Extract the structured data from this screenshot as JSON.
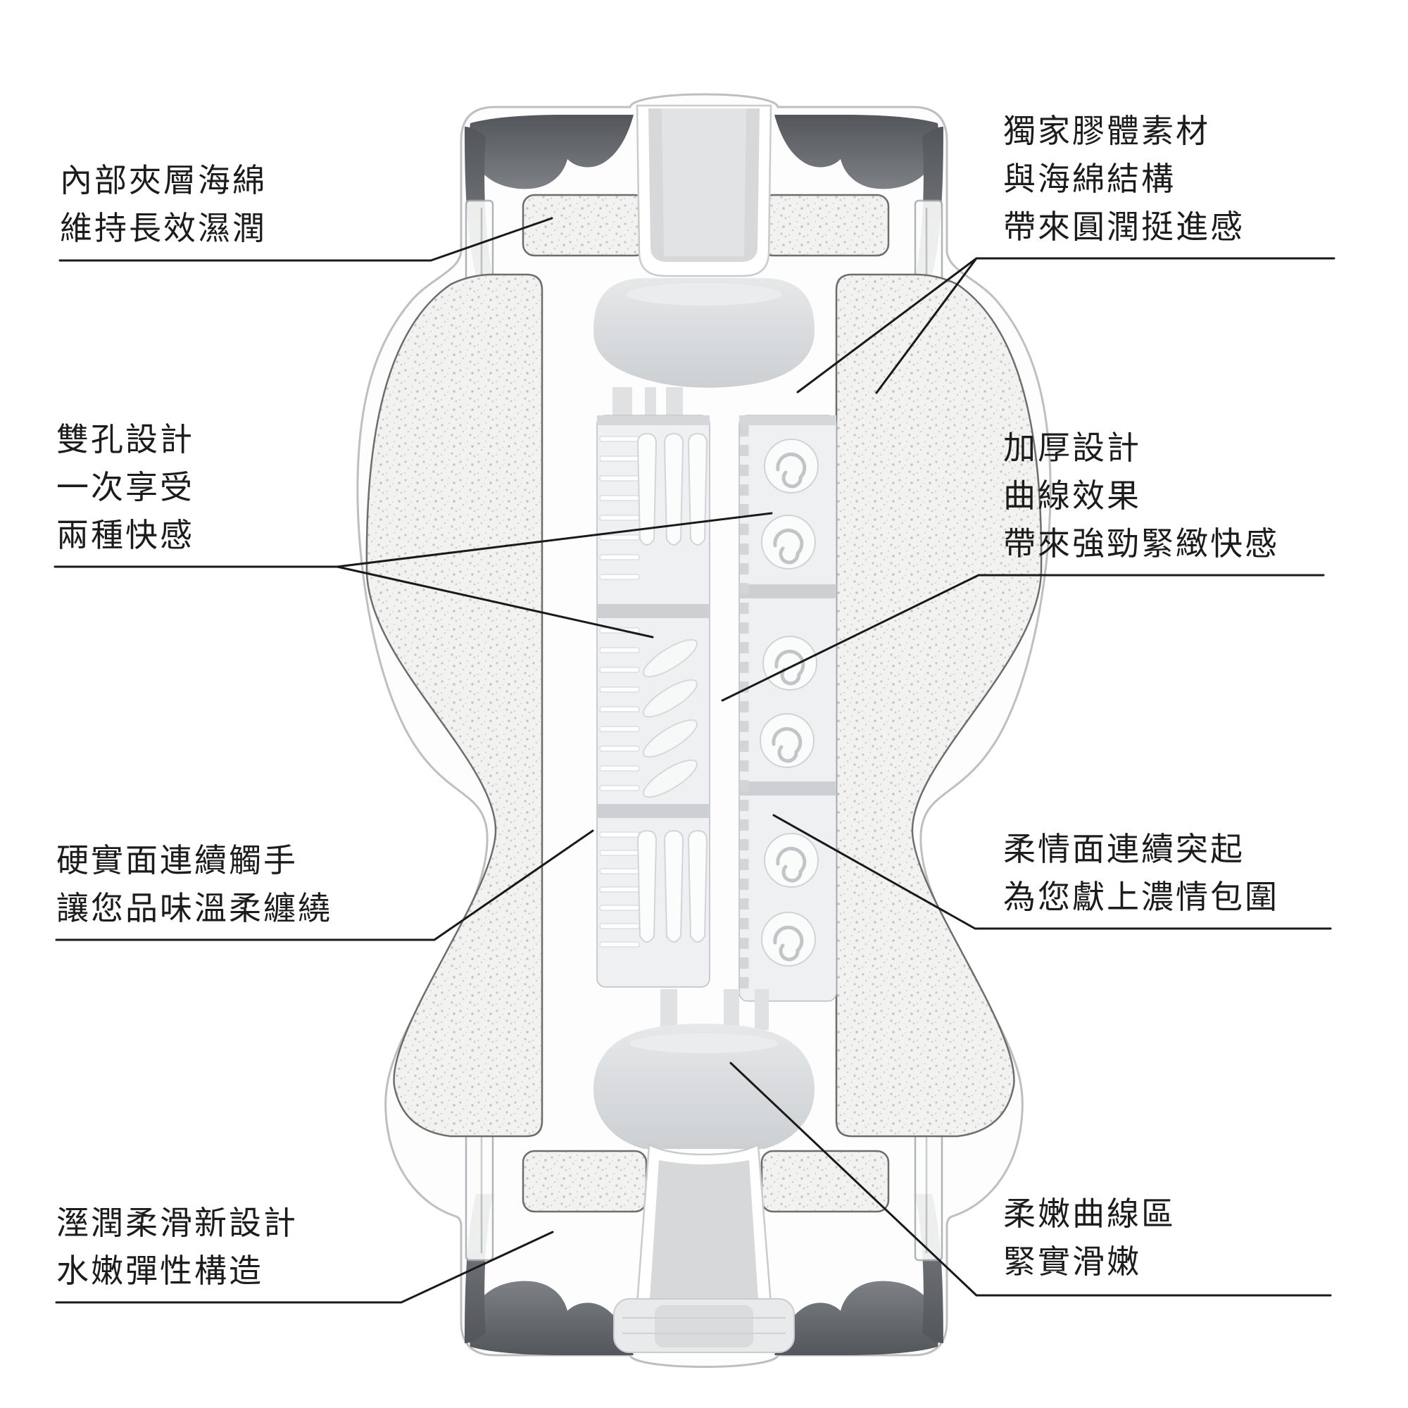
{
  "figure": {
    "kind": "product cutaway cross-section diagram",
    "language": "Traditional Chinese"
  },
  "callouts": {
    "inner_sponge": {
      "position": "top-left",
      "lines": [
        "內部夾層海綿",
        "維持長效濕潤"
      ]
    },
    "gel_material": {
      "position": "top-right",
      "lines": [
        "獨家膠體素材",
        "與海綿結構",
        "帶來圓潤挺進感"
      ]
    },
    "dual_hole": {
      "position": "middle-left",
      "lines": [
        "雙孔設計",
        "一次享受",
        "兩種快感"
      ]
    },
    "thick_design": {
      "position": "middle-right",
      "lines": [
        "加厚設計",
        "曲線效果",
        "帶來強勁緊緻快感"
      ]
    },
    "firm_side": {
      "position": "lower-left",
      "lines": [
        "硬實面連續觸手",
        "讓您品味溫柔纏繞"
      ]
    },
    "soft_side": {
      "position": "lower-right",
      "lines": [
        "柔情面連續突起",
        "為您獻上濃情包圍"
      ]
    },
    "moist_design": {
      "position": "bottom-left",
      "lines": [
        "溼潤柔滑新設計",
        "水嫩彈性構造"
      ]
    },
    "curve_zone": {
      "position": "bottom-right",
      "lines": [
        "柔嫩曲線區",
        "緊實滑嫩"
      ]
    }
  },
  "colors": {
    "background": "#ffffff",
    "text": "#1c1c1c",
    "leader_line": "#1a1a1a",
    "case_fill": "#fdfdfd",
    "case_outline": "#bfbfbf",
    "cap_dark": "#5d6165",
    "sponge_base": "#f2f2f0",
    "sponge_dot": "#c6c6c2",
    "gel_gray": "#d6d8d9",
    "texture_base": "#eef0f1"
  }
}
